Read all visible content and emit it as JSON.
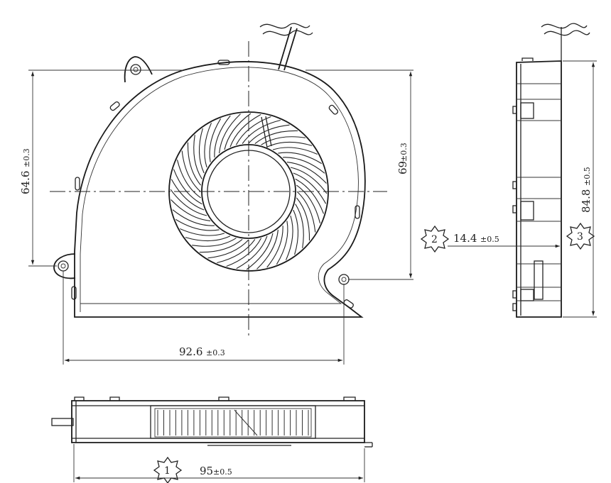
{
  "dimensions": {
    "height_left": {
      "value": "64.6",
      "tolerance": "±0.3"
    },
    "height_right": {
      "value": "69",
      "tolerance": "±0.3"
    },
    "width_front": {
      "value": "92.6",
      "tolerance": "±0.3"
    },
    "depth_side": {
      "value": "84.8",
      "tolerance": "±0.5"
    },
    "thickness": {
      "value": "14.4",
      "tolerance": "±0.5"
    },
    "width_bottom": {
      "value": "95",
      "tolerance": "±0.5"
    }
  },
  "callouts": {
    "c1": "1",
    "c2": "2",
    "c3": "3"
  },
  "fan": {
    "blade_count": 48
  },
  "side_fins": {
    "count": 26
  }
}
